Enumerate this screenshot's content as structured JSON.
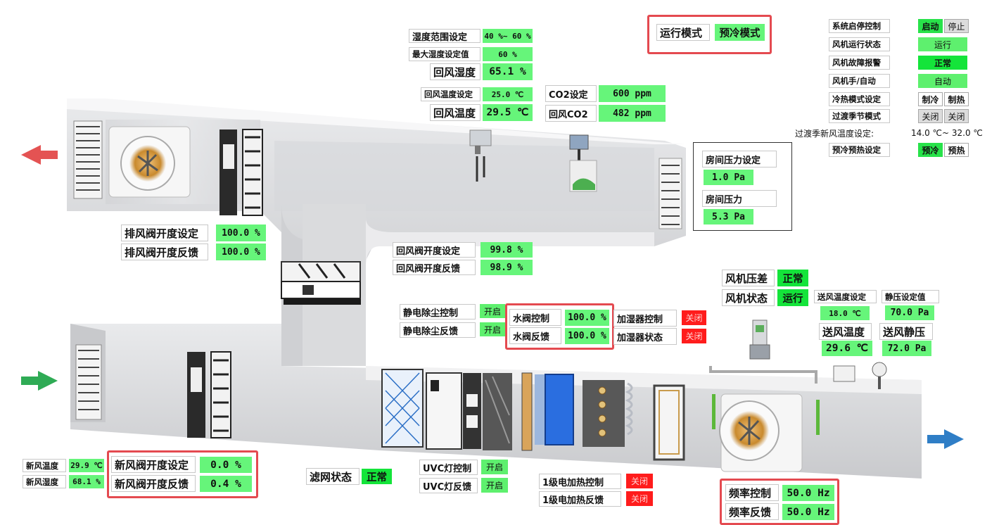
{
  "run_mode": {
    "label": "运行模式",
    "value": "预冷模式"
  },
  "humidity": {
    "range_label": "湿度范围设定",
    "range_value": "40 %~ 60 %",
    "max_label": "最大湿度设定值",
    "max_value": "60 %",
    "return_label": "回风湿度",
    "return_value": "65.1 %"
  },
  "temperature": {
    "set_label": "回风温度设定",
    "set_value": "25.0 ℃",
    "return_label": "回风温度",
    "return_value": "29.5 ℃"
  },
  "co2": {
    "set_label": "CO2设定",
    "set_value": "600 ppm",
    "return_label": "回风CO2",
    "return_value": "482 ppm"
  },
  "room_pressure": {
    "set_label": "房间压力设定",
    "set_value": "1.0 Pa",
    "label": "房间压力",
    "value": "5.3 Pa"
  },
  "system": {
    "start_stop": {
      "label": "系统启停控制",
      "start": "启动",
      "stop": "停止"
    },
    "fan_run": {
      "label": "风机运行状态",
      "value": "运行"
    },
    "fan_fault": {
      "label": "风机故障报警",
      "value": "正常"
    },
    "fan_manual": {
      "label": "风机手/自动",
      "value": "自动"
    },
    "cool_heat": {
      "label": "冷热模式设定",
      "cool": "制冷",
      "heat": "制热"
    },
    "transition": {
      "label": "过渡季节模式",
      "opt1": "关闭",
      "opt2": "关闭"
    },
    "transition_temp": {
      "label": "过渡季新风温度设定:",
      "value": "14.0 ℃~ 32.0 ℃"
    },
    "precool": {
      "label": "预冷预热设定",
      "cool": "预冷",
      "heat": "预热"
    }
  },
  "exhaust_damper": {
    "set_label": "排风阀开度设定",
    "set_value": "100.0 %",
    "fb_label": "排风阀开度反馈",
    "fb_value": "100.0 %"
  },
  "return_damper": {
    "set_label": "回风阀开度设定",
    "set_value": "99.8 %",
    "fb_label": "回风阀开度反馈",
    "fb_value": "98.9 %"
  },
  "electrostatic": {
    "ctrl_label": "静电除尘控制",
    "ctrl_value": "开启",
    "fb_label": "静电除尘反馈",
    "fb_value": "开启"
  },
  "water_valve": {
    "ctrl_label": "水阀控制",
    "ctrl_value": "100.0 %",
    "fb_label": "水阀反馈",
    "fb_value": "100.0 %"
  },
  "humidifier": {
    "ctrl_label": "加湿器控制",
    "ctrl_value": "关闭",
    "state_label": "加湿器状态",
    "state_value": "关闭"
  },
  "fan": {
    "dp_label": "风机压差",
    "dp_value": "正常",
    "state_label": "风机状态",
    "state_value": "运行"
  },
  "supply": {
    "temp_set_label": "送风温度设定",
    "temp_set_value": "18.0 ℃",
    "temp_label": "送风温度",
    "temp_value": "29.6 ℃",
    "sp_set_label": "静压设定值",
    "sp_set_value": "70.0 Pa",
    "sp_label": "送风静压",
    "sp_value": "72.0 Pa"
  },
  "fresh_air": {
    "temp_label": "新风温度",
    "temp_value": "29.9 ℃",
    "hum_label": "新风湿度",
    "hum_value": "68.1 %"
  },
  "fresh_damper": {
    "set_label": "新风阀开度设定",
    "set_value": "0.0 %",
    "fb_label": "新风阀开度反馈",
    "fb_value": "0.4 %"
  },
  "filter": {
    "label": "滤网状态",
    "value": "正常"
  },
  "uvc": {
    "ctrl_label": "UVC灯控制",
    "ctrl_value": "开启",
    "fb_label": "UVC灯反馈",
    "fb_value": "开启"
  },
  "heater": {
    "ctrl_label": "1级电加热控制",
    "ctrl_value": "关闭",
    "fb_label": "1级电加热反馈",
    "fb_value": "关闭"
  },
  "frequency": {
    "ctrl_label": "频率控制",
    "ctrl_value": "50.0 Hz",
    "fb_label": "频率反馈",
    "fb_value": "50.0 Hz"
  },
  "colors": {
    "value_green": "#66f57a",
    "status_green": "#14e43a",
    "alarm_red": "#ff1c1c",
    "frame_red": "#e44a50"
  }
}
